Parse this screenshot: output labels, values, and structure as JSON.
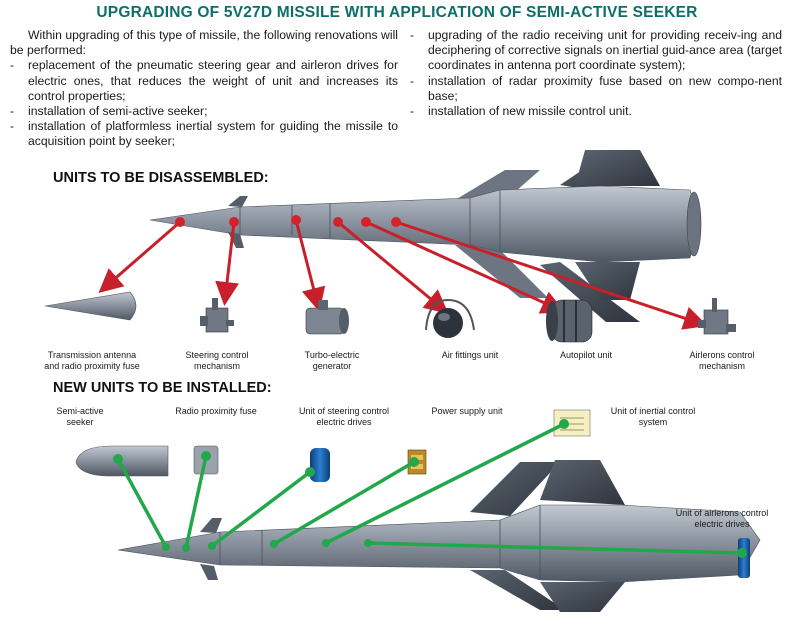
{
  "title": "UPGRADING OF 5V27D MISSILE WITH APPLICATION OF SEMI-ACTIVE SEEKER",
  "intro": "Within upgrading of this type of missile, the following renovations will be performed:",
  "left_items": [
    "replacement of the pneumatic steering gear and airleron drives for electric ones, that reduces the weight of unit and increases its control properties;",
    "installation of semi-active seeker;",
    "installation of platformless inertial system for guiding the missile to acquisition point by seeker;"
  ],
  "right_items": [
    "upgrading of the radio receiving unit for providing receiv-ing and deciphering of corrective signals on inertial guid-ance area (target coordinates in antenna port coordinate system);",
    "installation of radar proximity fuse based on new compo-nent base;",
    "installation of new missile control unit."
  ],
  "section_disassembled": "UNITS TO BE DISASSEMBLED:",
  "section_installed": "NEW UNITS TO BE INSTALLED:",
  "disassembled_units": [
    {
      "line1": "Transmission antenna",
      "line2": "and radio proximity fuse"
    },
    {
      "line1": "Steering control",
      "line2": "mechanism"
    },
    {
      "line1": "Turbo-electric",
      "line2": "generator"
    },
    {
      "line1": "Air fittings unit",
      "line2": ""
    },
    {
      "line1": "Autopilot unit",
      "line2": ""
    },
    {
      "line1": "Airlerons control",
      "line2": "mechanism"
    }
  ],
  "installed_units": [
    {
      "line1": "Semi-active",
      "line2": "seeker"
    },
    {
      "line1": "Radio proximity fuse",
      "line2": ""
    },
    {
      "line1": "Unit of steering control",
      "line2": "electric drives"
    },
    {
      "line1": "Power supply unit",
      "line2": ""
    },
    {
      "line1": "Unit of inertial control",
      "line2": "system"
    },
    {
      "line1": "Unit of airlerons control",
      "line2": "electric drives"
    }
  ],
  "colors": {
    "title": "#0e6f6a",
    "remove_arrow": "#c8202a",
    "install_line": "#22a84a",
    "missile_body": "#7f8894"
  }
}
